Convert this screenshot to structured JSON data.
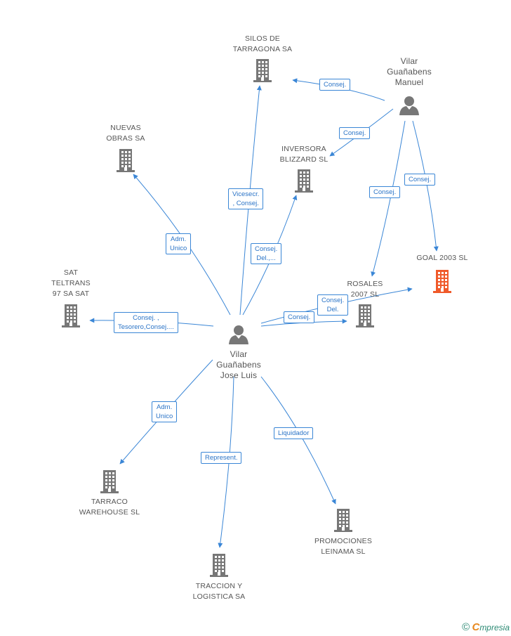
{
  "colors": {
    "edge": "#3a86d6",
    "company": "#777777",
    "highlight": "#f05a2a",
    "person": "#777777",
    "label_text": "#555555"
  },
  "nodes": [
    {
      "id": "silos",
      "type": "company",
      "label": [
        "SILOS DE",
        "TARRAGONA SA"
      ]
    },
    {
      "id": "nuevas",
      "type": "company",
      "label": [
        "NUEVAS",
        "OBRAS SA"
      ]
    },
    {
      "id": "inversora",
      "type": "company",
      "label": [
        "INVERSORA",
        "BLIZZARD SL"
      ]
    },
    {
      "id": "manuel",
      "type": "person",
      "label": [
        "Vilar",
        "Guañabens",
        "Manuel"
      ]
    },
    {
      "id": "goal",
      "type": "company",
      "highlight": true,
      "label": [
        "GOAL 2003 SL"
      ]
    },
    {
      "id": "sat",
      "type": "company",
      "label": [
        "SAT",
        "TELTRANS",
        "97 SA SAT"
      ]
    },
    {
      "id": "rosales",
      "type": "company",
      "label": [
        "ROSALES",
        "2007 SL"
      ]
    },
    {
      "id": "jose",
      "type": "person",
      "label": [
        "Vilar",
        "Guañabens",
        "Jose Luis"
      ]
    },
    {
      "id": "tarraco",
      "type": "company",
      "label": [
        "TARRACO",
        "WAREHOUSE SL"
      ]
    },
    {
      "id": "traccion",
      "type": "company",
      "label": [
        "TRACCION Y",
        "LOGISTICA SA"
      ]
    },
    {
      "id": "promociones",
      "type": "company",
      "label": [
        "PROMOCIONES",
        "LEINAMA SL"
      ]
    }
  ],
  "edges": [
    {
      "id": "e-manuel-silos",
      "from": "manuel",
      "to": "silos",
      "label": [
        "Consej."
      ]
    },
    {
      "id": "e-manuel-inversora",
      "from": "manuel",
      "to": "inversora",
      "label": [
        "Consej."
      ]
    },
    {
      "id": "e-manuel-rosales",
      "from": "manuel",
      "to": "rosales",
      "label": [
        "Consej."
      ]
    },
    {
      "id": "e-manuel-goal",
      "from": "manuel",
      "to": "goal",
      "label": [
        "Consej."
      ]
    },
    {
      "id": "e-jose-silos",
      "from": "jose",
      "to": "silos",
      "label": [
        "Vicesecr.",
        ", Consej."
      ]
    },
    {
      "id": "e-jose-nuevas",
      "from": "jose",
      "to": "nuevas",
      "label": [
        "Adm.",
        "Unico"
      ]
    },
    {
      "id": "e-jose-inversora",
      "from": "jose",
      "to": "inversora",
      "label": [
        "Consej.",
        "Del.,..."
      ]
    },
    {
      "id": "e-jose-sat",
      "from": "jose",
      "to": "sat",
      "label": [
        "Consej. ,",
        "Tesorero,Consej...."
      ]
    },
    {
      "id": "e-jose-goal",
      "from": "jose",
      "to": "goal",
      "label": [
        "Consej.",
        "Del."
      ]
    },
    {
      "id": "e-jose-rosales",
      "from": "jose",
      "to": "rosales",
      "label": [
        "Consej."
      ]
    },
    {
      "id": "e-jose-tarraco",
      "from": "jose",
      "to": "tarraco",
      "label": [
        "Adm.",
        "Unico"
      ]
    },
    {
      "id": "e-jose-traccion",
      "from": "jose",
      "to": "traccion",
      "label": [
        "Represent."
      ]
    },
    {
      "id": "e-jose-promociones",
      "from": "jose",
      "to": "promociones",
      "label": [
        "Liquidador"
      ]
    }
  ],
  "footer": {
    "copyright": "©",
    "brand_initial": "C",
    "brand_rest": "mpresia"
  }
}
